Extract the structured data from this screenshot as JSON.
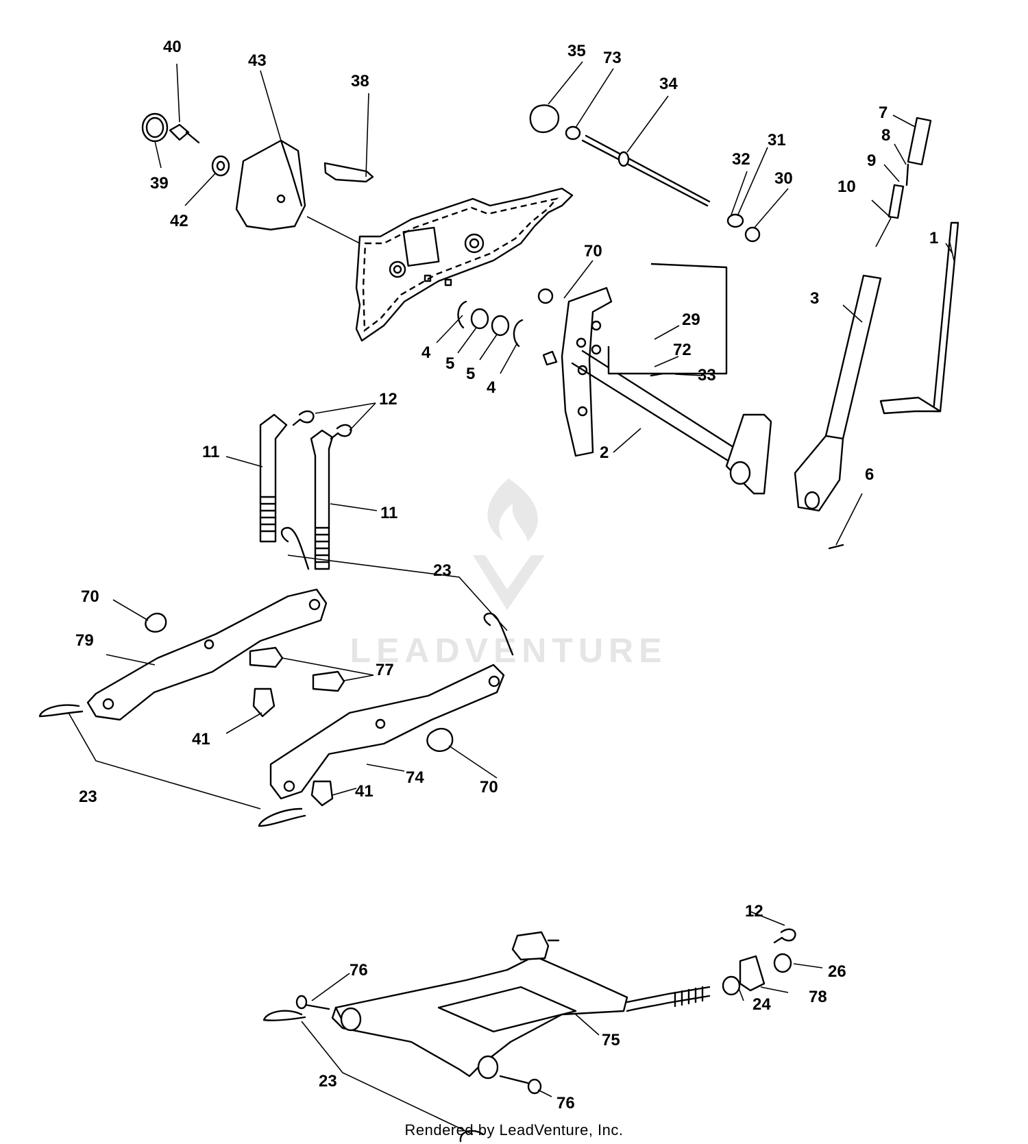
{
  "callouts": [
    {
      "id": "c-40",
      "text": "40"
    },
    {
      "id": "c-43",
      "text": "43"
    },
    {
      "id": "c-38",
      "text": "38"
    },
    {
      "id": "c-39",
      "text": "39"
    },
    {
      "id": "c-42",
      "text": "42"
    },
    {
      "id": "c-35",
      "text": "35"
    },
    {
      "id": "c-73",
      "text": "73"
    },
    {
      "id": "c-34",
      "text": "34"
    },
    {
      "id": "c-7",
      "text": "7"
    },
    {
      "id": "c-8",
      "text": "8"
    },
    {
      "id": "c-9",
      "text": "9"
    },
    {
      "id": "c-10",
      "text": "10"
    },
    {
      "id": "c-31",
      "text": "31"
    },
    {
      "id": "c-32",
      "text": "32"
    },
    {
      "id": "c-30",
      "text": "30"
    },
    {
      "id": "c-1",
      "text": "1"
    },
    {
      "id": "c-70a",
      "text": "70"
    },
    {
      "id": "c-3",
      "text": "3"
    },
    {
      "id": "c-29",
      "text": "29"
    },
    {
      "id": "c-72",
      "text": "72"
    },
    {
      "id": "c-33",
      "text": "33"
    },
    {
      "id": "c-4a",
      "text": "4"
    },
    {
      "id": "c-5a",
      "text": "5"
    },
    {
      "id": "c-5b",
      "text": "5"
    },
    {
      "id": "c-4b",
      "text": "4"
    },
    {
      "id": "c-12a",
      "text": "12"
    },
    {
      "id": "c-11a",
      "text": "11"
    },
    {
      "id": "c-11b",
      "text": "11"
    },
    {
      "id": "c-2",
      "text": "2"
    },
    {
      "id": "c-6",
      "text": "6"
    },
    {
      "id": "c-23a",
      "text": "23"
    },
    {
      "id": "c-70b",
      "text": "70"
    },
    {
      "id": "c-79",
      "text": "79"
    },
    {
      "id": "c-77",
      "text": "77"
    },
    {
      "id": "c-41a",
      "text": "41"
    },
    {
      "id": "c-74",
      "text": "74"
    },
    {
      "id": "c-70c",
      "text": "70"
    },
    {
      "id": "c-41b",
      "text": "41"
    },
    {
      "id": "c-23b",
      "text": "23"
    },
    {
      "id": "c-12b",
      "text": "12"
    },
    {
      "id": "c-76a",
      "text": "76"
    },
    {
      "id": "c-26",
      "text": "26"
    },
    {
      "id": "c-78",
      "text": "78"
    },
    {
      "id": "c-24",
      "text": "24"
    },
    {
      "id": "c-75",
      "text": "75"
    },
    {
      "id": "c-23c",
      "text": "23"
    },
    {
      "id": "c-76b",
      "text": "76"
    }
  ],
  "watermark": {
    "text": "LEADVENTURE"
  },
  "footer": {
    "text": "Rendered by LeadVenture, Inc."
  }
}
